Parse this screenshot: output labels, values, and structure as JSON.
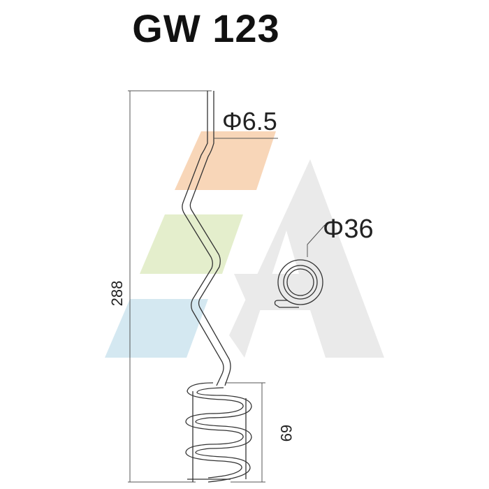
{
  "title": "GW 123",
  "dimensions": {
    "wire_diameter": "Φ6.5",
    "coil_diameter": "Φ36",
    "total_height": "288",
    "coil_height": "69"
  },
  "colors": {
    "stripe_orange": "#f7d2b0",
    "stripe_green": "#e1ecc7",
    "stripe_blue": "#cfe6ef",
    "logo_gray": "#e6e6e6",
    "line": "#333333"
  }
}
